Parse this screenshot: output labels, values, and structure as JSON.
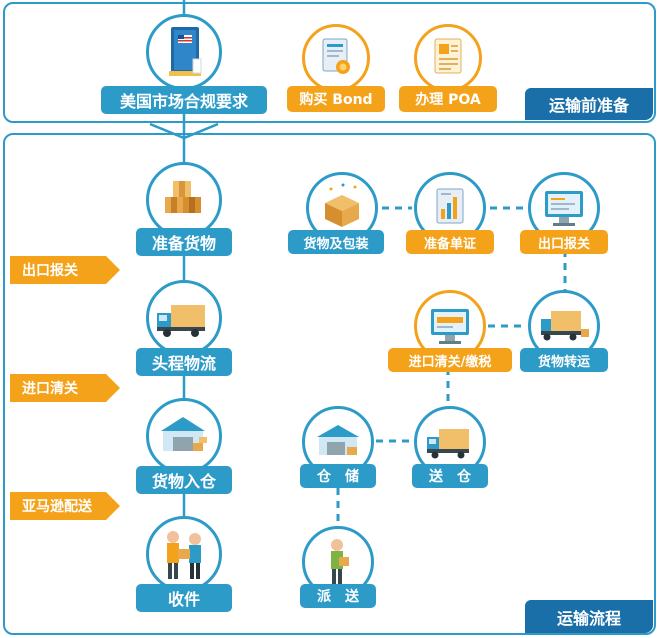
{
  "top_section": {
    "tag": "运输前准备",
    "nodes": [
      {
        "label": "美国市场合规要求",
        "icon": "compliance-book-icon"
      },
      {
        "label": "购买 Bond",
        "icon": "bond-document-icon"
      },
      {
        "label": "办理 POA",
        "icon": "poa-document-icon"
      }
    ]
  },
  "bottom_section": {
    "tag": "运输流程",
    "main_steps": [
      {
        "label": "准备货物",
        "icon": "cargo-boxes-icon"
      },
      {
        "label": "头程物流",
        "icon": "delivery-truck-icon"
      },
      {
        "label": "货物入仓",
        "icon": "warehouse-icon"
      },
      {
        "label": "收件",
        "icon": "receive-package-icon"
      }
    ],
    "side_arrows": [
      {
        "label": "出口报关"
      },
      {
        "label": "进口清关"
      },
      {
        "label": "亚马逊配送"
      }
    ],
    "detail_nodes": {
      "goods_packaging": "货物及包装",
      "prepare_docs": "准备单证",
      "export_declaration": "出口报关",
      "goods_transfer": "货物转运",
      "import_clearance": "进口清关/缴税",
      "delivery": "送　仓",
      "storage": "仓　储",
      "dispatch": "派　送"
    }
  },
  "colors": {
    "blue": "#2d9bc8",
    "dark_blue": "#1a6fa8",
    "orange": "#f5a21b"
  }
}
